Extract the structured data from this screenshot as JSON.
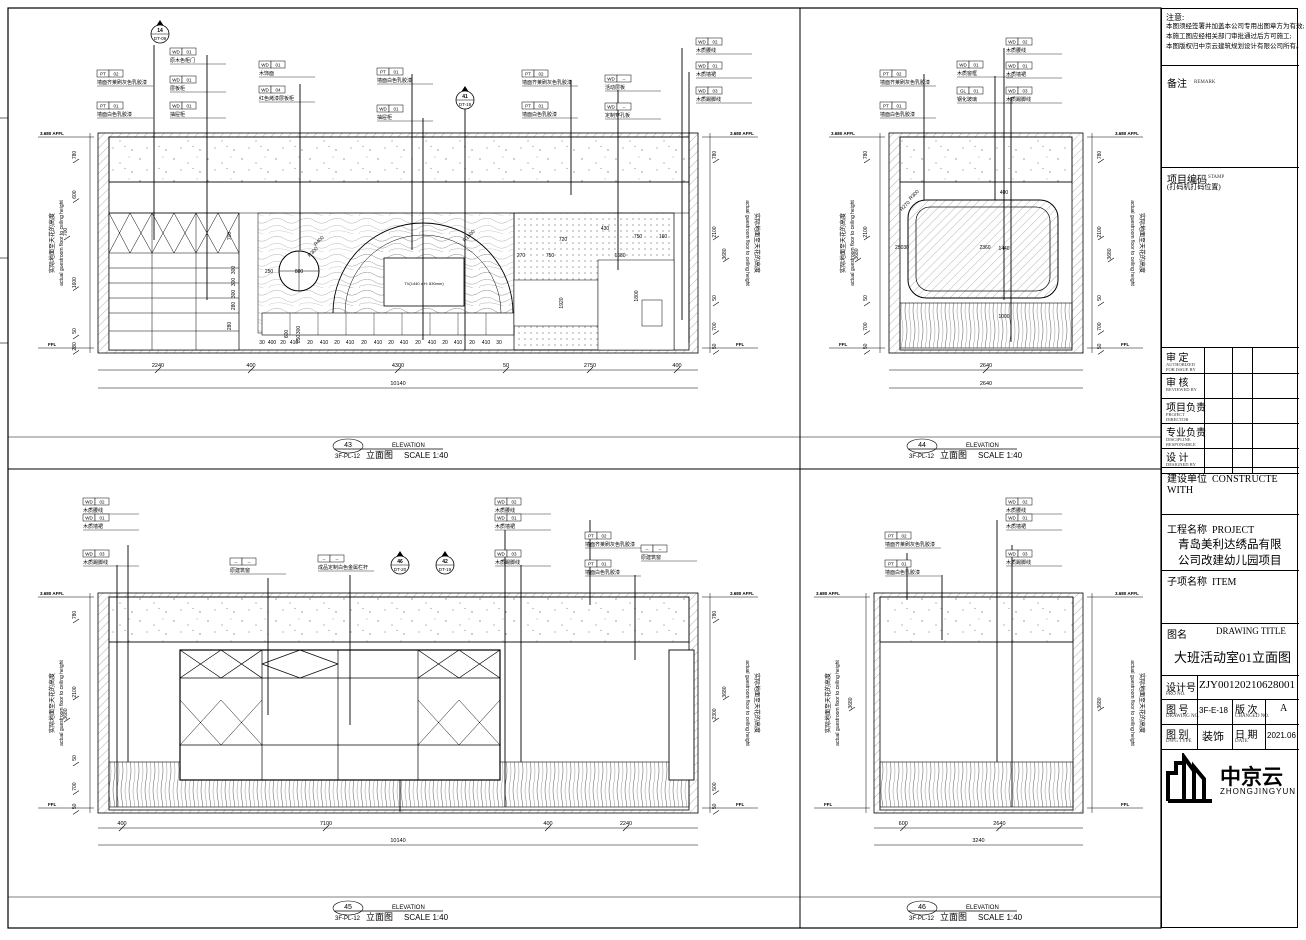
{
  "views": [
    {
      "id": "v43",
      "number": "43",
      "sheet_ref": "3F-PL-12",
      "title_cn": "立面图",
      "title_en": "ELEVATION",
      "scale": "SCALE 1:40",
      "level_top": "3.680 AFFL",
      "level_bottom": "FFL",
      "height_label_cn": "实际地面至天花的高度",
      "height_label_en": "actual guestroom floor to ceiling height",
      "dims_bottom": [
        "2240",
        "400",
        "4300",
        "50",
        "2750",
        "400"
      ],
      "dims_total": "10140",
      "dims_left": [
        "780",
        "600",
        "700",
        "1600",
        "50",
        "280"
      ],
      "dims_right": [
        "780",
        "2100",
        "3680",
        "50",
        "700",
        "50"
      ],
      "dims_inner": [
        "250",
        "800",
        "R400",
        "R300",
        "R1500",
        "720",
        "430",
        "750",
        "160",
        "270",
        "750",
        "1680",
        "1920",
        "1800",
        "700",
        "300",
        "300",
        "300",
        "280",
        "280",
        "600",
        "300",
        "850",
        "30",
        "400",
        "20",
        "410",
        "20",
        "410",
        "20",
        "410",
        "20",
        "410",
        "20",
        "410",
        "20",
        "410",
        "20",
        "410",
        "20",
        "410",
        "30"
      ],
      "tv_label": "TV(1440 x H: 830mm)",
      "callouts": [
        {
          "code": "14",
          "ref": "DT-09"
        },
        {
          "code": "41",
          "ref": "DT-19"
        }
      ],
      "tags": [
        {
          "code": "PT",
          "num": "02",
          "text": "墙面齐莱刷灰色乳胶漆"
        },
        {
          "code": "PT",
          "num": "01",
          "text": "墙面白色乳胶漆"
        },
        {
          "code": "WD",
          "num": "01",
          "text": "原木色柜门"
        },
        {
          "code": "WD",
          "num": "01",
          "text": "层板柜"
        },
        {
          "code": "WD",
          "num": "01",
          "text": "抽屉柜"
        },
        {
          "code": "WD",
          "num": "01",
          "text": "木饰面"
        },
        {
          "code": "WD",
          "num": "04",
          "text": "红色烤漆层板柜"
        },
        {
          "code": "PT",
          "num": "01",
          "text": "墙面白色乳胶漆"
        },
        {
          "code": "WD",
          "num": "01",
          "text": "抽屉柜"
        },
        {
          "code": "PT",
          "num": "02",
          "text": "墙面齐莱刷灰色乳胶漆"
        },
        {
          "code": "PT",
          "num": "01",
          "text": "墙面白色乳胶漆"
        },
        {
          "code": "WD",
          "num": "--",
          "text": "活动层板"
        },
        {
          "code": "WD",
          "num": "--",
          "text": "定制穿孔板"
        },
        {
          "code": "WD",
          "num": "02",
          "text": "木质腰线"
        },
        {
          "code": "WD",
          "num": "01",
          "text": "木质墙裙"
        },
        {
          "code": "WD",
          "num": "03",
          "text": "木质踢脚线"
        }
      ]
    },
    {
      "id": "v44",
      "number": "44",
      "sheet_ref": "3F-PL-12",
      "title_cn": "立面图",
      "title_en": "ELEVATION",
      "scale": "SCALE 1:40",
      "level_top": "3.680 AFFL",
      "level_bottom": "FFL",
      "height_label_cn": "实际地面至天花的高度",
      "height_label_en": "actual guestroom floor to ceiling height",
      "dims_bottom": [
        "2640"
      ],
      "dims_total": "2640",
      "dims_left": [
        "780",
        "2100",
        "3680",
        "50",
        "700",
        "50"
      ],
      "dims_right": [
        "780",
        "2100",
        "3680",
        "50",
        "700",
        "50"
      ],
      "dims_inner": [
        "R300",
        "R270",
        "25030",
        "2360",
        "400",
        "1440",
        "1000"
      ],
      "tags": [
        {
          "code": "PT",
          "num": "02",
          "text": "墙面齐莱刷灰色乳胶漆"
        },
        {
          "code": "PT",
          "num": "01",
          "text": "墙面白色乳胶漆"
        },
        {
          "code": "WD",
          "num": "01",
          "text": "木质窗框"
        },
        {
          "code": "GL",
          "num": "01",
          "text": "钢化玻璃"
        },
        {
          "code": "WD",
          "num": "02",
          "text": "木质腰线"
        },
        {
          "code": "WD",
          "num": "01",
          "text": "木质墙裙"
        },
        {
          "code": "WD",
          "num": "03",
          "text": "木质踢脚线"
        }
      ]
    },
    {
      "id": "v45",
      "number": "45",
      "sheet_ref": "3F-PL-12",
      "title_cn": "立面图",
      "title_en": "ELEVATION",
      "scale": "SCALE 1:40",
      "level_top": "3.680 AFFL",
      "level_bottom": "FFL",
      "height_label_cn": "实际地面至天花的高度",
      "height_label_en": "actual guestroom floor to ceiling height",
      "dims_bottom": [
        "400",
        "7100",
        "400",
        "2240"
      ],
      "dims_total": "10140",
      "dims_left": [
        "780",
        "2100",
        "3680",
        "50",
        "700",
        "50"
      ],
      "dims_right": [
        "780",
        "2300",
        "3680",
        "500",
        "50"
      ],
      "callouts": [
        {
          "code": "46",
          "ref": "DT-20"
        },
        {
          "code": "42",
          "ref": "DT-19"
        }
      ],
      "tags": [
        {
          "code": "WD",
          "num": "02",
          "text": "木质腰线"
        },
        {
          "code": "WD",
          "num": "01",
          "text": "木质墙裙"
        },
        {
          "code": "WD",
          "num": "03",
          "text": "木质踢脚线"
        },
        {
          "code": "--",
          "num": "--",
          "text": "原建筑窗"
        },
        {
          "code": "--",
          "num": "--",
          "text": "成品定制白色金属栏杆"
        },
        {
          "code": "WD",
          "num": "02",
          "text": "木质腰线"
        },
        {
          "code": "WD",
          "num": "01",
          "text": "木质墙裙"
        },
        {
          "code": "WD",
          "num": "03",
          "text": "木质踢脚线"
        },
        {
          "code": "PT",
          "num": "02",
          "text": "墙面齐莱刷灰色乳胶漆"
        },
        {
          "code": "PT",
          "num": "01",
          "text": "墙面白色乳胶漆"
        },
        {
          "code": "--",
          "num": "--",
          "text": "原建筑窗"
        }
      ]
    },
    {
      "id": "v46",
      "number": "46",
      "sheet_ref": "3F-PL-12",
      "title_cn": "立面图",
      "title_en": "ELEVATION",
      "scale": "SCALE 1:40",
      "level_top": "3.680 AFFL",
      "level_bottom": "FFL",
      "height_label_cn": "实际地面至天花的高度",
      "height_label_en": "actual guestroom floor to ceiling height",
      "dims_bottom": [
        "600",
        "2640"
      ],
      "dims_total": "3240",
      "dims_left": [
        "3680"
      ],
      "dims_right": [
        "3680"
      ],
      "tags": [
        {
          "code": "PT",
          "num": "02",
          "text": "墙面齐莱刷灰色乳胶漆"
        },
        {
          "code": "PT",
          "num": "01",
          "text": "墙面白色乳胶漆"
        },
        {
          "code": "WD",
          "num": "02",
          "text": "木质腰线"
        },
        {
          "code": "WD",
          "num": "01",
          "text": "木质墙裙"
        },
        {
          "code": "WD",
          "num": "03",
          "text": "木质踢脚线"
        }
      ]
    }
  ],
  "title_block": {
    "notes_title": "注意:",
    "notes": [
      "本图须经签署并加盖本公司专用出图章方为有效;",
      "本施工图应经相关部门审批通过后方可施工;",
      "本图版权归中京云建筑规划设计有限公司所有。"
    ],
    "remark_label": "备注",
    "remark_en": "REMARK",
    "project_code_label": "项目编码",
    "project_code_en": "STAMP",
    "project_code_note": "(打码机打码位置)",
    "approvals": [
      {
        "cn": "审 定",
        "en": "AUTHORIZED FOR ISSUE BY"
      },
      {
        "cn": "审 核",
        "en": "REVIEWED BY"
      },
      {
        "cn": "项目负责",
        "en": "PROJECT DIRECTOR"
      },
      {
        "cn": "专业负责",
        "en": "DISCIPLINE RESPONSIBLE"
      },
      {
        "cn": "设 计",
        "en": "DESIGNED BY"
      }
    ],
    "client_label": "建设单位",
    "client_en": "CONSTRUCTE WITH",
    "project_label": "工程名称",
    "project_en": "PROJECT",
    "project_name_1": "青岛美利达绣品有限",
    "project_name_2": "公司改建幼儿园项目",
    "item_label": "子项名称",
    "item_en": "ITEM",
    "drawing_title_label": "图名",
    "drawing_title_en": "DRAWING TITLE",
    "drawing_title": "大班活动室01立面图",
    "design_no_label": "设计号",
    "design_no_en": "PRO NO.",
    "design_no": "ZJY00120210628001",
    "drawing_no_label": "图 号",
    "drawing_no_en": "DRAWING NO.",
    "drawing_no": "3F-E-18",
    "version_label": "版 次",
    "version_en": "CHANGED NO.",
    "version": "A",
    "category_label": "图 别",
    "category_en": "DWG TYPE",
    "category": "装饰",
    "date_label": "日 期",
    "date_en": "DATE",
    "date": "2021.06",
    "logo_cn": "中京云",
    "logo_en": "ZHONGJINGYUN"
  }
}
